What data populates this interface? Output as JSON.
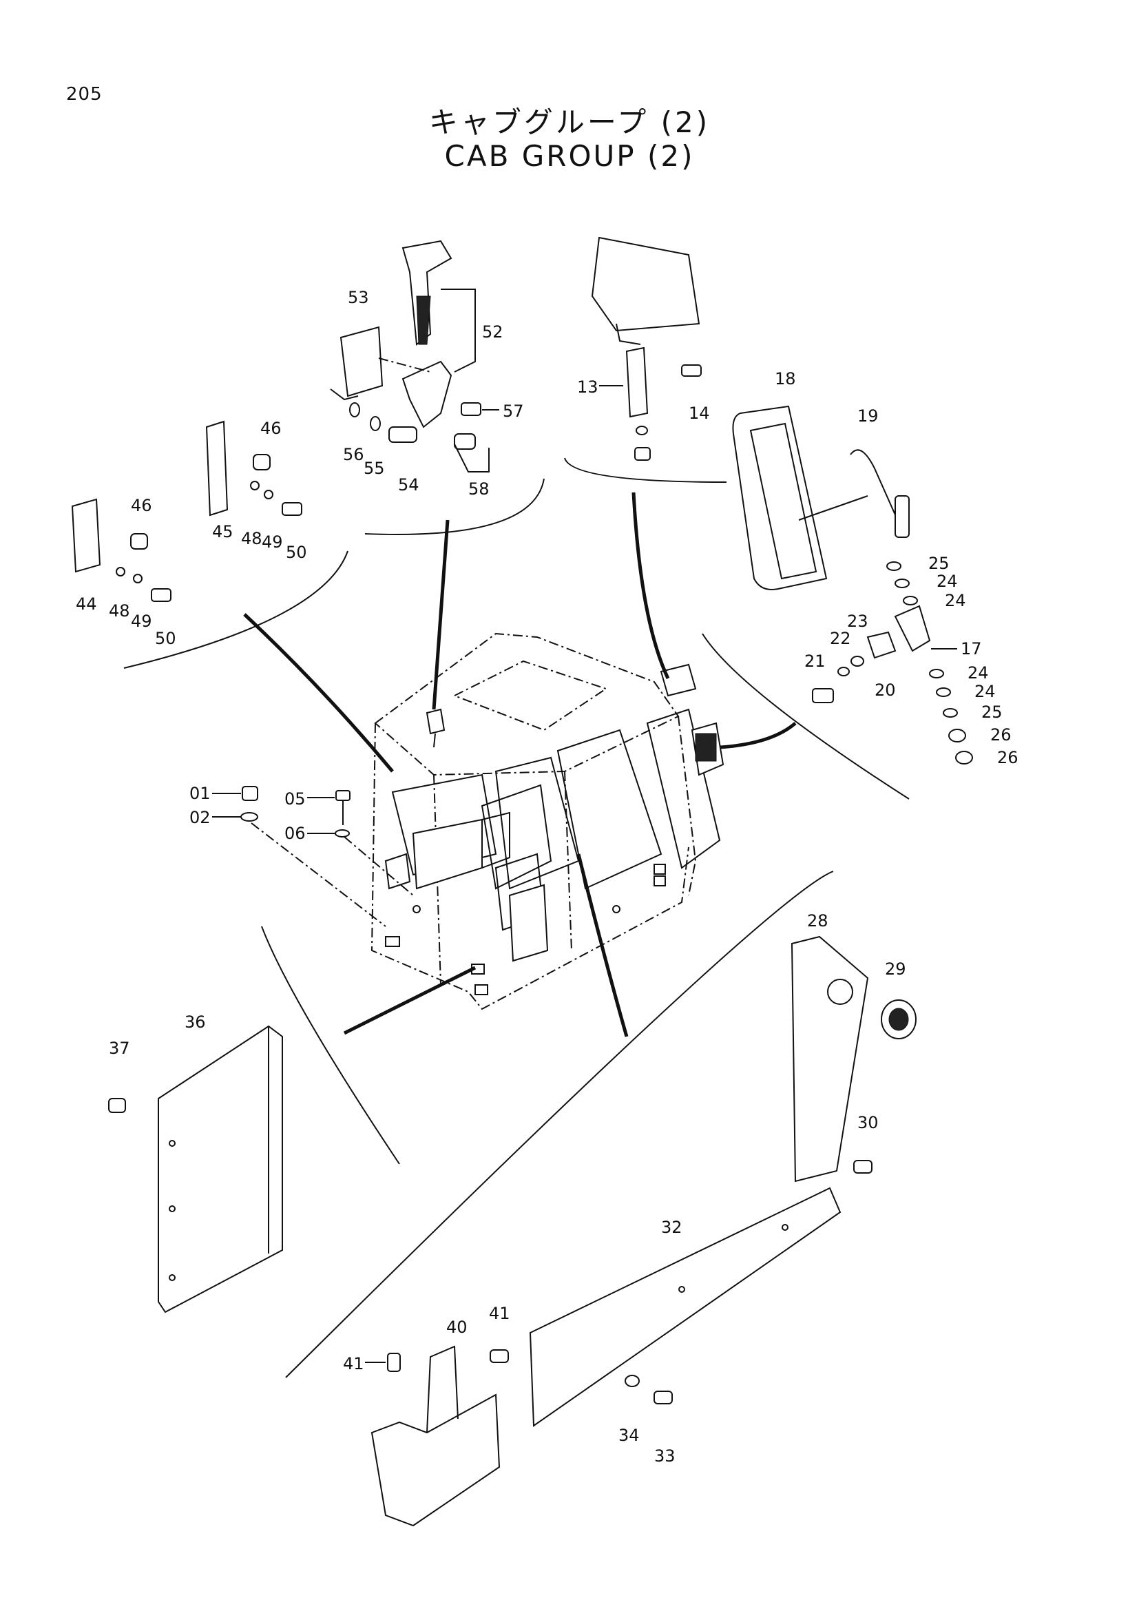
{
  "page_number": "205",
  "title_jp": "キャブグループ (2)",
  "title_en": "CAB GROUP (2)",
  "labels": {
    "p01": "01",
    "p02": "02",
    "p05": "05",
    "p06": "06",
    "p13": "13",
    "p14": "14",
    "p17": "17",
    "p18": "18",
    "p19": "19",
    "p20": "20",
    "p21": "21",
    "p22": "22",
    "p23": "23",
    "p24a": "24",
    "p24b": "24",
    "p24c": "24",
    "p24d": "24",
    "p25a": "25",
    "p25b": "25",
    "p26a": "26",
    "p26b": "26",
    "p28": "28",
    "p29": "29",
    "p30": "30",
    "p32": "32",
    "p33": "33",
    "p34": "34",
    "p36": "36",
    "p37": "37",
    "p40": "40",
    "p41a": "41",
    "p41b": "41",
    "p44": "44",
    "p45": "45",
    "p46a": "46",
    "p46b": "46",
    "p48a": "48",
    "p48b": "48",
    "p49a": "49",
    "p49b": "49",
    "p50a": "50",
    "p50b": "50",
    "p52": "52",
    "p53": "53",
    "p54": "54",
    "p55": "55",
    "p56": "56",
    "p57": "57",
    "p58": "58"
  }
}
